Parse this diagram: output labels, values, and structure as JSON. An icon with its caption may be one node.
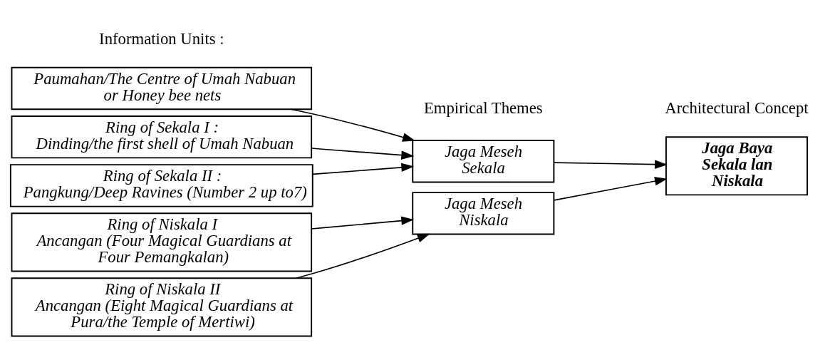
{
  "diagram": {
    "nodes": [
      {
        "text": [
          "Paumahan/The Centre of Umah Nabuan or Honey bee nets"
        ]
      },
      {
        "text": [
          "Ring of Sekala I :",
          "Dinding/the first shell of Umah Nabuan"
        ]
      },
      {
        "text": [
          "Ring of Sekala II :",
          "Pangkung/Deep Ravines (Number 2 up to7)"
        ]
      },
      {
        "text": [
          "Ring of Niskala I",
          "Ancangan (Four Magical Guardians at Four Pemangkalan)"
        ]
      },
      {
        "text": [
          "Ring of Niskala II",
          "Ancangan (Eight Magical Guardians at Pura/the Temple of Mertiwi)"
        ]
      },
      {
        "text": [
          "Jaga Meseh Sekala"
        ]
      },
      {
        "text": [
          "Jaga Meseh Niskala"
        ]
      },
      {
        "text": [
          "Jaga Baya Sekala lan Niskala"
        ]
      }
    ],
    "edges": [
      {
        "from": 0,
        "to": 5,
        "arrow": "to"
      },
      {
        "from": 1,
        "to": 5,
        "arrow": "to"
      },
      {
        "from": 2,
        "to": 5,
        "arrow": "to"
      },
      {
        "from": 3,
        "to": 6,
        "arrow": "to"
      },
      {
        "from": 4,
        "to": 6,
        "arrow": "to"
      },
      {
        "from": 5,
        "to": 7,
        "arrow": "to"
      },
      {
        "from": 6,
        "to": 7,
        "arrow": "to"
      }
    ],
    "labels": [
      "Information Units :",
      "Empirical Themes",
      "Architectural Concept"
    ]
  }
}
